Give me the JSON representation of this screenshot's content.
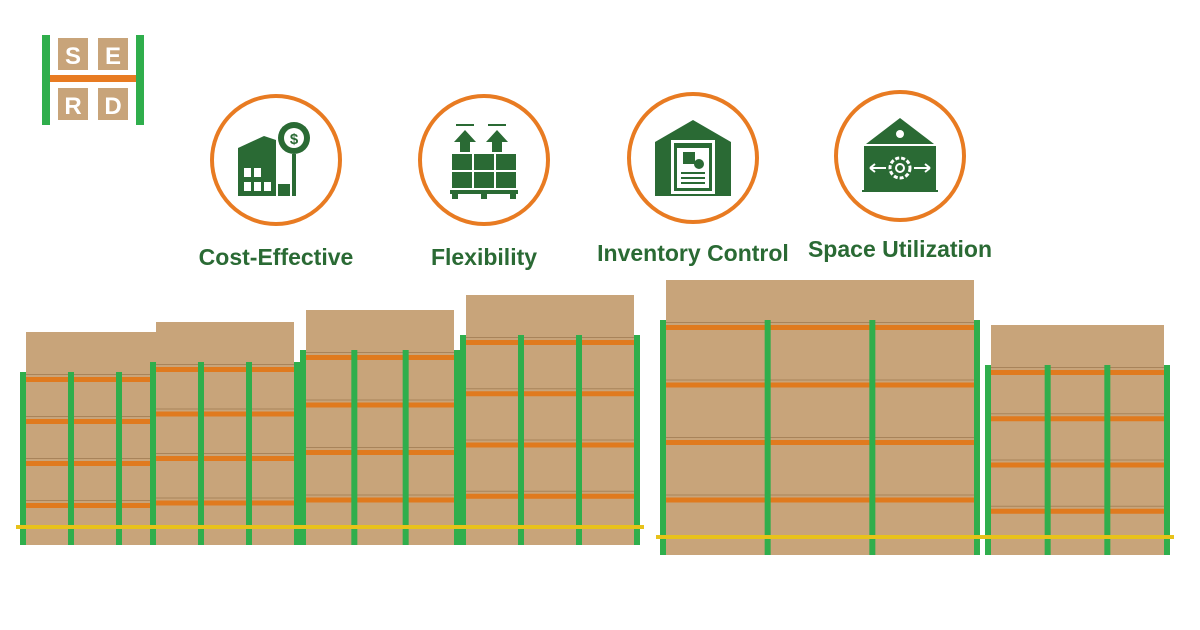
{
  "logo": {
    "letters": [
      "S",
      "E",
      "R",
      "D"
    ]
  },
  "colors": {
    "accent": "#e87b22",
    "brand_green": "#2a6a34",
    "rack_green": "#2fae4c",
    "box": "#c8a47a",
    "beam": "#e07a1e"
  },
  "features": [
    {
      "label": "Cost-Effective",
      "icon": "warehouse-dollar-gear-icon"
    },
    {
      "label": "Flexibility",
      "icon": "pallet-boxes-arrows-up-icon"
    },
    {
      "label": "Inventory Control",
      "icon": "warehouse-clipboard-icon"
    },
    {
      "label": "Space Utilization",
      "icon": "warehouse-gear-arrows-icon"
    }
  ]
}
